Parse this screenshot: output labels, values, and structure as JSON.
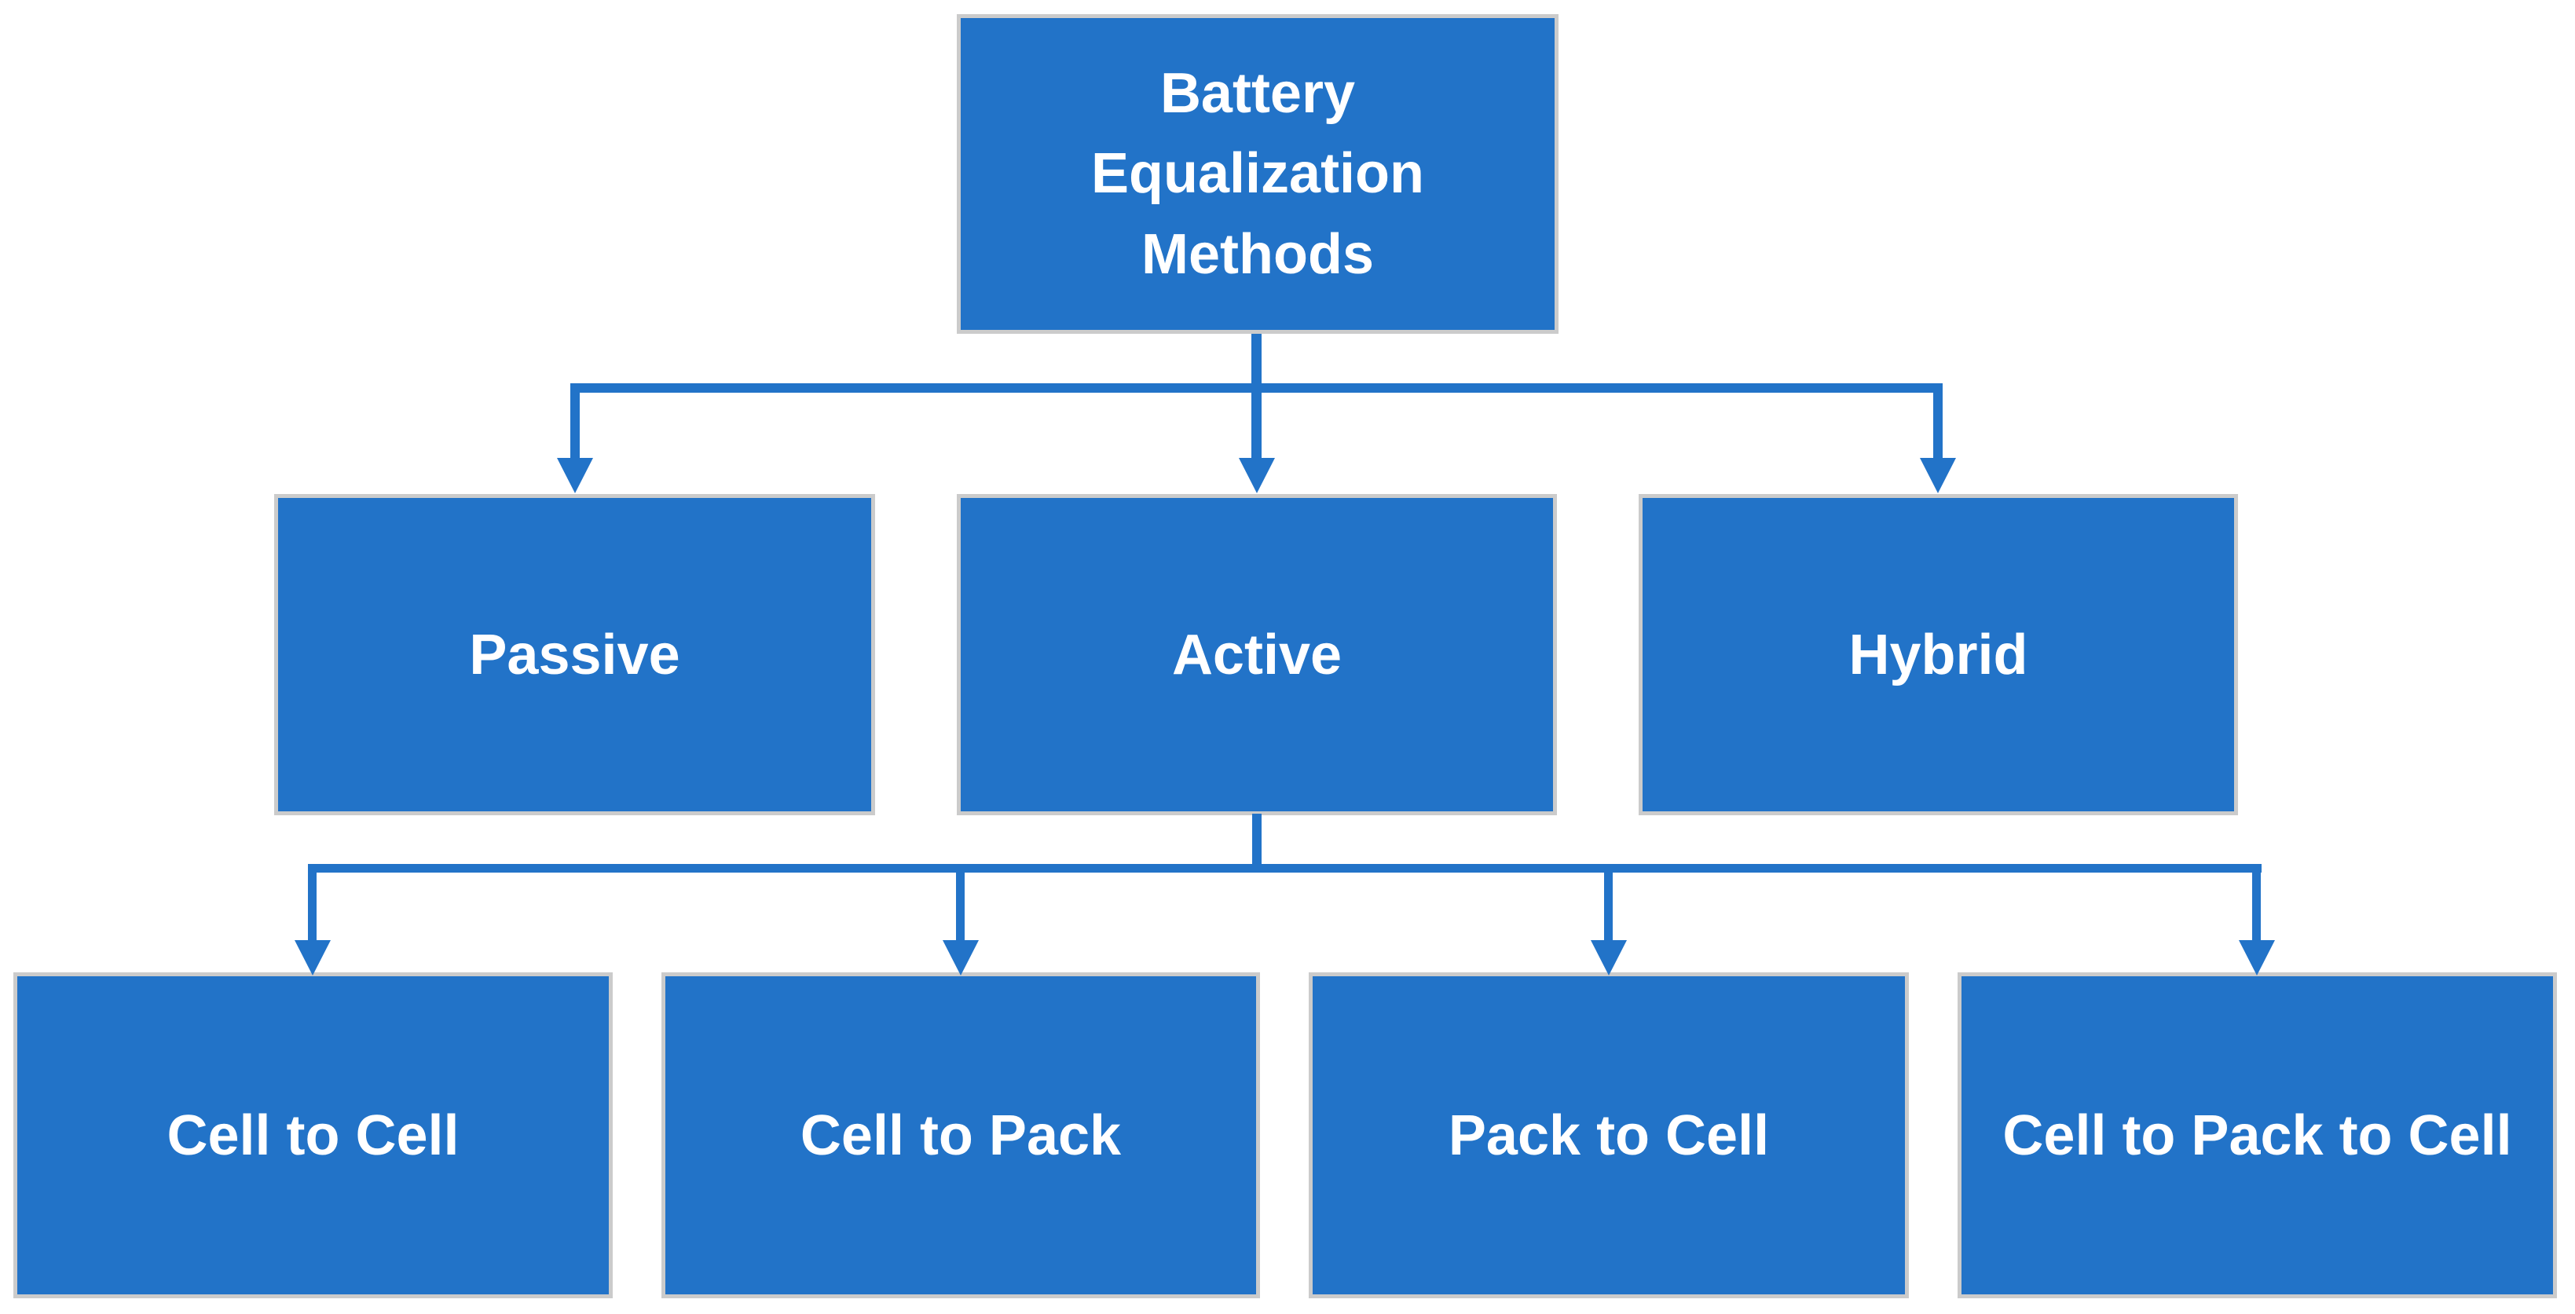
{
  "colors": {
    "background": "#FFFFFF",
    "node_fill": "#2273C8",
    "node_border": "#CBCBCB",
    "connector": "#2273C8",
    "text": "#FFFFFF"
  },
  "nodes": {
    "root": {
      "label": "Battery Equalization Methods"
    },
    "passive": {
      "label": "Passive"
    },
    "active": {
      "label": "Active"
    },
    "hybrid": {
      "label": "Hybrid"
    },
    "cell_to_cell": {
      "label": "Cell to Cell"
    },
    "cell_to_pack": {
      "label": "Cell to Pack"
    },
    "pack_to_cell": {
      "label": "Pack to Cell"
    },
    "cell_to_pack_to_cell": {
      "label": "Cell to Pack to Cell"
    }
  },
  "hierarchy": {
    "root": [
      "passive",
      "active",
      "hybrid"
    ],
    "active": [
      "cell_to_cell",
      "cell_to_pack",
      "pack_to_cell",
      "cell_to_pack_to_cell"
    ]
  }
}
